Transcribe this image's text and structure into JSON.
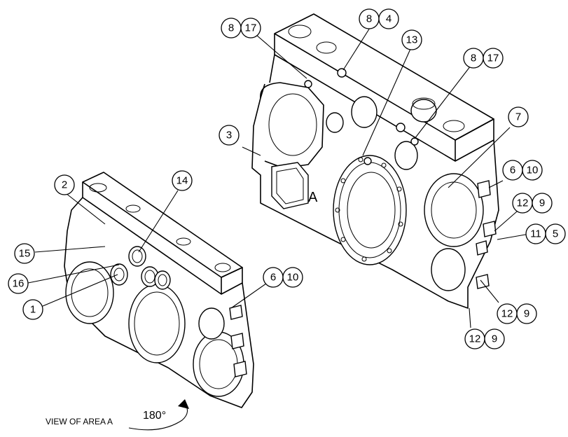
{
  "callouts": {
    "c8a": "8",
    "c17a": "17",
    "c8b": "8",
    "c4": "4",
    "c13": "13",
    "c8c": "8",
    "c17b": "17",
    "c3": "3",
    "c7": "7",
    "c6a": "6",
    "c10a": "10",
    "c12a": "12",
    "c9a": "9",
    "c11": "11",
    "c5": "5",
    "c12b": "12",
    "c9b": "9",
    "c12c": "12",
    "c9c": "9",
    "c2": "2",
    "c14": "14",
    "c15": "15",
    "c16": "16",
    "c1": "1",
    "c6b": "6",
    "c10b": "10"
  },
  "labels": {
    "area_letter": "A",
    "view_caption": "VIEW OF AREA  A",
    "rotation": "180°"
  }
}
